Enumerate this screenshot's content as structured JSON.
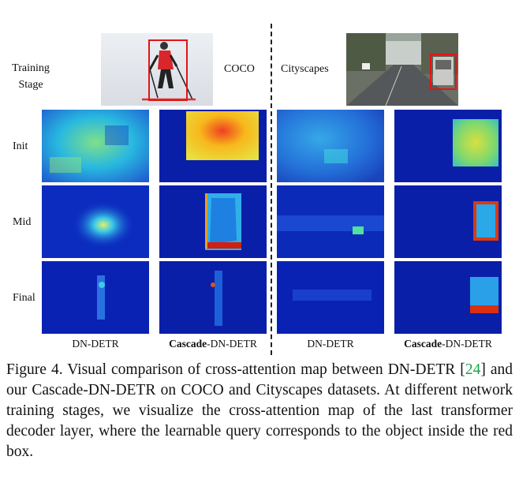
{
  "labels": {
    "training_line1": "Training",
    "training_line2": "Stage",
    "coco": "COCO",
    "cityscapes": "Cityscapes",
    "rows": [
      "Init",
      "Mid",
      "Final"
    ]
  },
  "columns": {
    "dn_detr_1": "DN-DETR",
    "cascade_bold_1": "Cascade",
    "cascade_rest_1": "-DN-DETR",
    "dn_detr_2": "DN-DETR",
    "cascade_bold_2": "Cascade",
    "cascade_rest_2": "-DN-DETR"
  },
  "caption": {
    "part1": "Figure 4. Visual comparison of cross-attention map between DN-DETR [",
    "cite": "24",
    "part2": "] and our Cascade-DN-DETR on COCO and Cityscapes datasets.  At different network training stages, we visualize the cross-attention map of the last transformer decoder layer, where the learnable query corresponds to the object inside the red box."
  },
  "colors": {
    "box": "#e01515",
    "cite": "#17a34a",
    "map_bg": "#0a1fa8"
  }
}
